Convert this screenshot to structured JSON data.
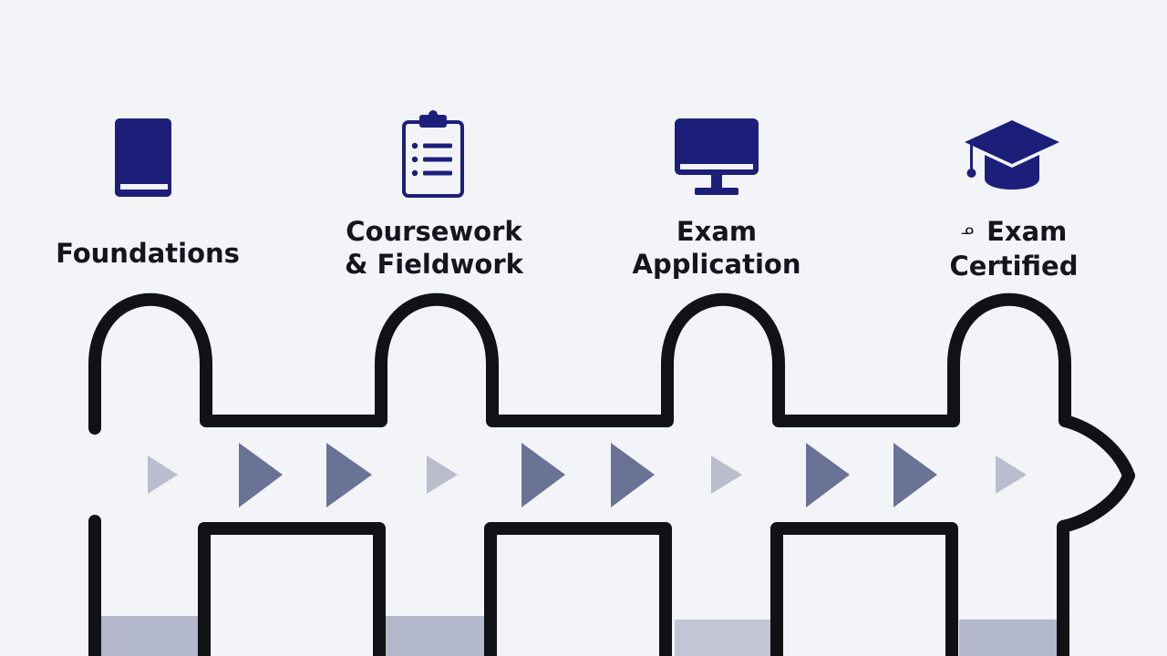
{
  "diagram": {
    "stages": [
      {
        "id": "foundations",
        "icon": "book-icon",
        "label_lines": [
          "Foundations"
        ]
      },
      {
        "id": "coursework",
        "icon": "clipboard-icon",
        "label_lines": [
          "Coursework",
          "& Fieldwork"
        ]
      },
      {
        "id": "exam-application",
        "icon": "monitor-icon",
        "label_lines": [
          "Exam",
          "Application"
        ]
      },
      {
        "id": "certified",
        "icon": "graduation-cap-icon",
        "label_lines": [
          "Exam",
          "Certified"
        ],
        "prefix_glyph": "ᓄ"
      }
    ],
    "colors": {
      "background": "#f3f4f8",
      "icon_navy": "#1b1f7a",
      "outline": "#111116",
      "arrow_dark": "#6a7396",
      "arrow_light": "#b9bdcc",
      "band": "#b3b8cb"
    }
  }
}
